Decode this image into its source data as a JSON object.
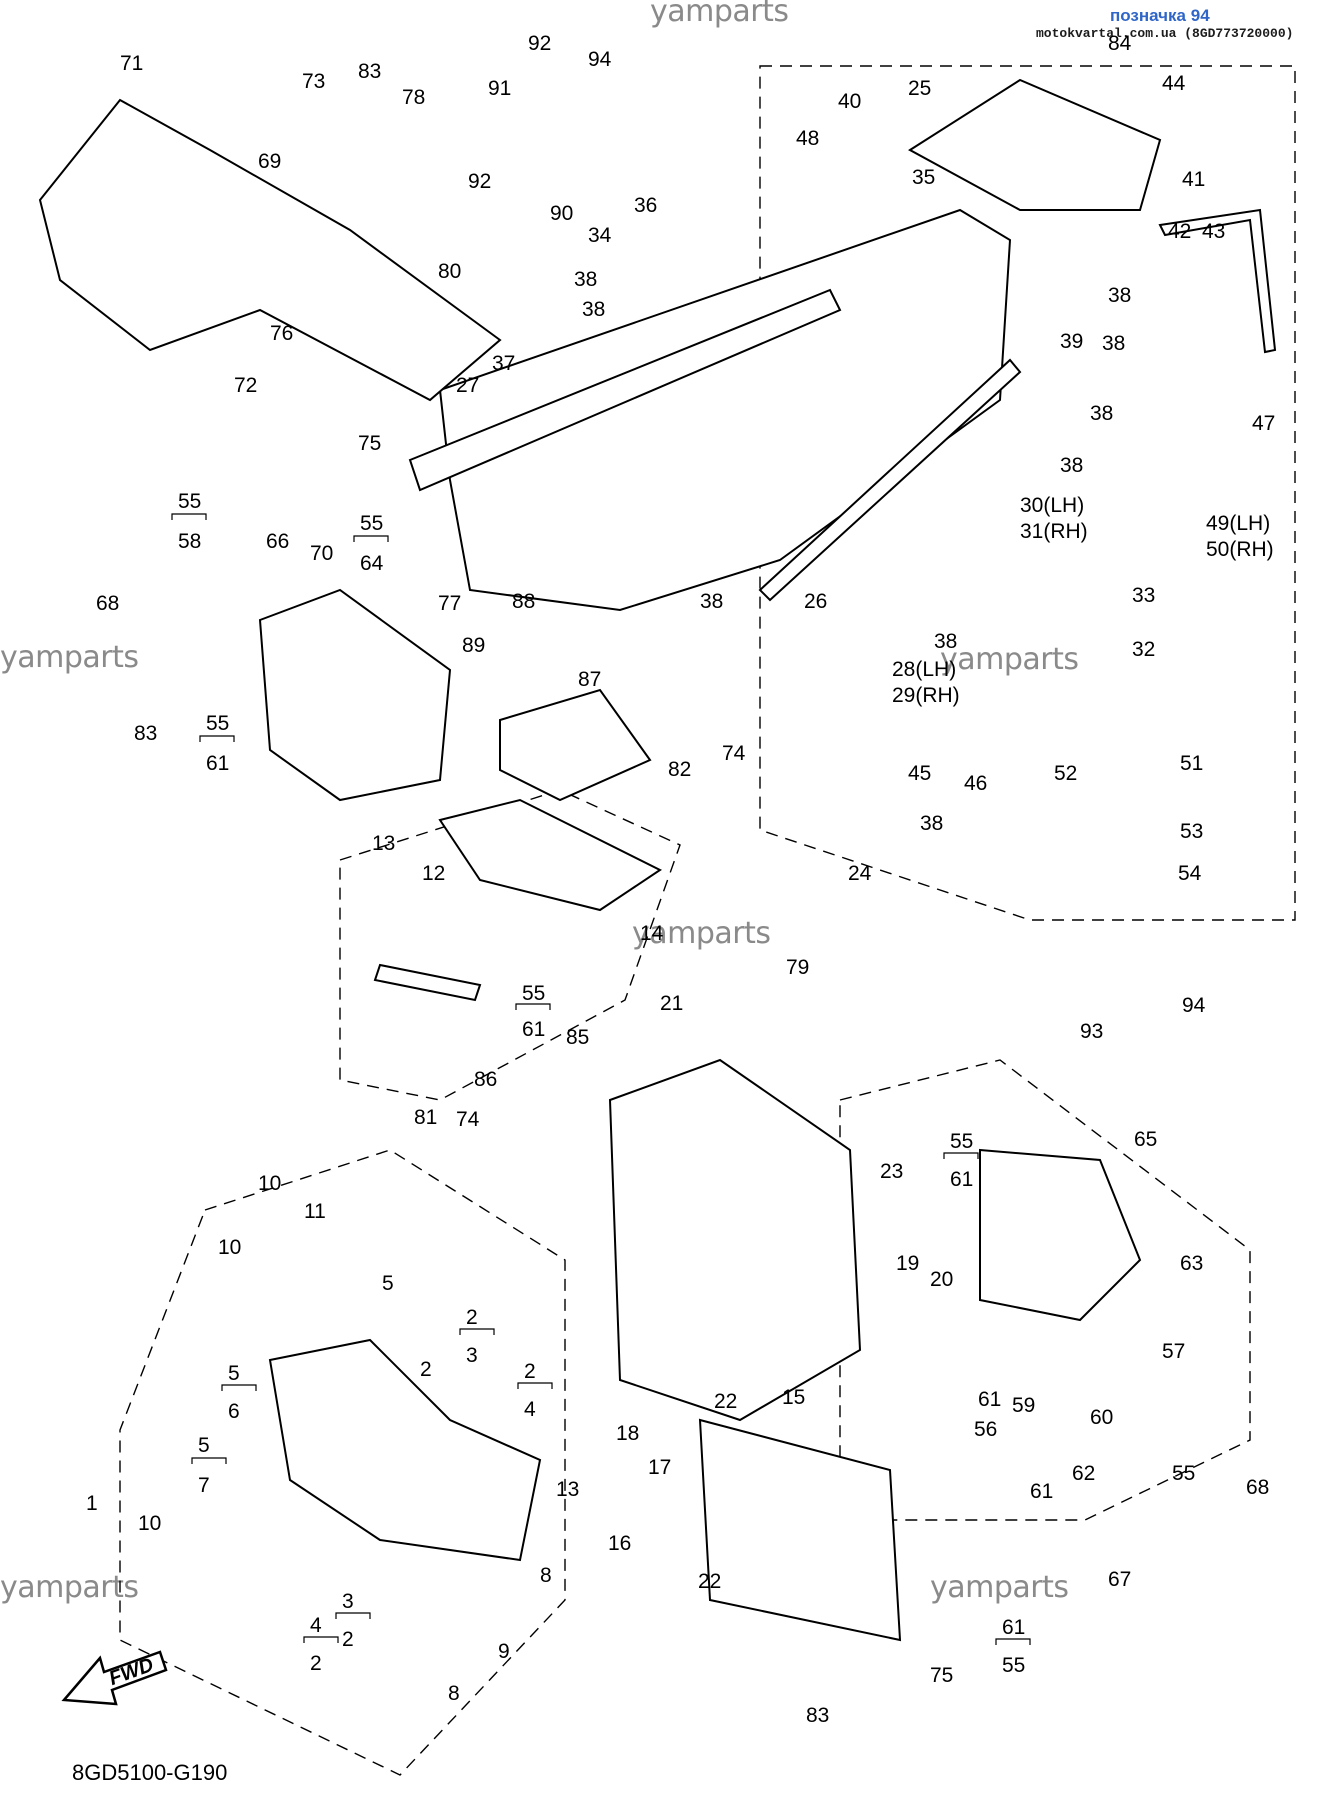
{
  "watermark": "yamparts",
  "header": {
    "title": "позначка 94",
    "subtitle": "motokvartal.com.ua (8GD773720000)"
  },
  "diagram_code": "8GD5100-G190",
  "direction_arrow": "FWD",
  "callouts": [
    {
      "id": "c71",
      "text": "71"
    },
    {
      "id": "c73",
      "text": "73"
    },
    {
      "id": "c83a",
      "text": "83"
    },
    {
      "id": "c78",
      "text": "78"
    },
    {
      "id": "c92a",
      "text": "92"
    },
    {
      "id": "c91",
      "text": "91"
    },
    {
      "id": "c94a",
      "text": "94"
    },
    {
      "id": "c84",
      "text": "84"
    },
    {
      "id": "c44",
      "text": "44"
    },
    {
      "id": "c25",
      "text": "25"
    },
    {
      "id": "c40",
      "text": "40"
    },
    {
      "id": "c48",
      "text": "48"
    },
    {
      "id": "c69",
      "text": "69"
    },
    {
      "id": "c92b",
      "text": "92"
    },
    {
      "id": "c36",
      "text": "36"
    },
    {
      "id": "c90",
      "text": "90"
    },
    {
      "id": "c34",
      "text": "34"
    },
    {
      "id": "c35",
      "text": "35"
    },
    {
      "id": "c41",
      "text": "41"
    },
    {
      "id": "c42",
      "text": "42"
    },
    {
      "id": "c43",
      "text": "43"
    },
    {
      "id": "c80",
      "text": "80"
    },
    {
      "id": "c38a",
      "text": "38"
    },
    {
      "id": "c38b",
      "text": "38"
    },
    {
      "id": "c38c",
      "text": "38"
    },
    {
      "id": "c39",
      "text": "39"
    },
    {
      "id": "c38d",
      "text": "38"
    },
    {
      "id": "c76",
      "text": "76"
    },
    {
      "id": "c72",
      "text": "72"
    },
    {
      "id": "c27",
      "text": "27"
    },
    {
      "id": "c37",
      "text": "37"
    },
    {
      "id": "c38e",
      "text": "38"
    },
    {
      "id": "c47",
      "text": "47"
    },
    {
      "id": "c75a",
      "text": "75"
    },
    {
      "id": "c38f",
      "text": "38"
    },
    {
      "id": "c55a",
      "text": "55"
    },
    {
      "id": "c58",
      "text": "58"
    },
    {
      "id": "c30",
      "text": "30(LH)"
    },
    {
      "id": "c31",
      "text": "31(RH)"
    },
    {
      "id": "c49",
      "text": "49(LH)"
    },
    {
      "id": "c50",
      "text": "50(RH)"
    },
    {
      "id": "c55b",
      "text": "55"
    },
    {
      "id": "c64",
      "text": "64"
    },
    {
      "id": "c66",
      "text": "66"
    },
    {
      "id": "c70",
      "text": "70"
    },
    {
      "id": "c68a",
      "text": "68"
    },
    {
      "id": "c77",
      "text": "77"
    },
    {
      "id": "c38g",
      "text": "38"
    },
    {
      "id": "c26",
      "text": "26"
    },
    {
      "id": "c33",
      "text": "33"
    },
    {
      "id": "c88",
      "text": "88"
    },
    {
      "id": "c38h",
      "text": "38"
    },
    {
      "id": "c32",
      "text": "32"
    },
    {
      "id": "c89",
      "text": "89"
    },
    {
      "id": "c28",
      "text": "28(LH)"
    },
    {
      "id": "c29",
      "text": "29(RH)"
    },
    {
      "id": "c87",
      "text": "87"
    },
    {
      "id": "c83b",
      "text": "83"
    },
    {
      "id": "c55c",
      "text": "55"
    },
    {
      "id": "c61a",
      "text": "61"
    },
    {
      "id": "c74a",
      "text": "74"
    },
    {
      "id": "c82",
      "text": "82"
    },
    {
      "id": "c45",
      "text": "45"
    },
    {
      "id": "c46",
      "text": "46"
    },
    {
      "id": "c51",
      "text": "51"
    },
    {
      "id": "c52",
      "text": "52"
    },
    {
      "id": "c38i",
      "text": "38"
    },
    {
      "id": "c53",
      "text": "53"
    },
    {
      "id": "c13a",
      "text": "13"
    },
    {
      "id": "c12",
      "text": "12"
    },
    {
      "id": "c24",
      "text": "24"
    },
    {
      "id": "c54",
      "text": "54"
    },
    {
      "id": "c14",
      "text": "14"
    },
    {
      "id": "c79",
      "text": "79"
    },
    {
      "id": "c21",
      "text": "21"
    },
    {
      "id": "c55d",
      "text": "55"
    },
    {
      "id": "c61b",
      "text": "61"
    },
    {
      "id": "c85",
      "text": "85"
    },
    {
      "id": "c93",
      "text": "93"
    },
    {
      "id": "c94b",
      "text": "94"
    },
    {
      "id": "c86",
      "text": "86"
    },
    {
      "id": "c81",
      "text": "81"
    },
    {
      "id": "c74b",
      "text": "74"
    },
    {
      "id": "c65",
      "text": "65"
    },
    {
      "id": "c55e",
      "text": "55"
    },
    {
      "id": "c61c",
      "text": "61"
    },
    {
      "id": "c23",
      "text": "23"
    },
    {
      "id": "c10a",
      "text": "10"
    },
    {
      "id": "c11",
      "text": "11"
    },
    {
      "id": "c10b",
      "text": "10"
    },
    {
      "id": "c19",
      "text": "19"
    },
    {
      "id": "c20",
      "text": "20"
    },
    {
      "id": "c63",
      "text": "63"
    },
    {
      "id": "c5a",
      "text": "5"
    },
    {
      "id": "c2a",
      "text": "2"
    },
    {
      "id": "c3a",
      "text": "3"
    },
    {
      "id": "c57",
      "text": "57"
    },
    {
      "id": "c5b",
      "text": "5"
    },
    {
      "id": "c6",
      "text": "6"
    },
    {
      "id": "c2b",
      "text": "2"
    },
    {
      "id": "c2c",
      "text": "2"
    },
    {
      "id": "c4a",
      "text": "4"
    },
    {
      "id": "c22a",
      "text": "22"
    },
    {
      "id": "c15",
      "text": "15"
    },
    {
      "id": "c61d",
      "text": "61"
    },
    {
      "id": "c59",
      "text": "59"
    },
    {
      "id": "c56",
      "text": "56"
    },
    {
      "id": "c60",
      "text": "60"
    },
    {
      "id": "c5c",
      "text": "5"
    },
    {
      "id": "c7",
      "text": "7"
    },
    {
      "id": "c18",
      "text": "18"
    },
    {
      "id": "c17",
      "text": "17"
    },
    {
      "id": "c62",
      "text": "62"
    },
    {
      "id": "c55f",
      "text": "55"
    },
    {
      "id": "c68b",
      "text": "68"
    },
    {
      "id": "c1",
      "text": "1"
    },
    {
      "id": "c13b",
      "text": "13"
    },
    {
      "id": "c16",
      "text": "16"
    },
    {
      "id": "c61e",
      "text": "61"
    },
    {
      "id": "c10c",
      "text": "10"
    },
    {
      "id": "c67",
      "text": "67"
    },
    {
      "id": "c22b",
      "text": "22"
    },
    {
      "id": "c8a",
      "text": "8"
    },
    {
      "id": "c3b",
      "text": "3"
    },
    {
      "id": "c2d",
      "text": "2"
    },
    {
      "id": "c4b",
      "text": "4"
    },
    {
      "id": "c2e",
      "text": "2"
    },
    {
      "id": "c9",
      "text": "9"
    },
    {
      "id": "c61f",
      "text": "61"
    },
    {
      "id": "c55g",
      "text": "55"
    },
    {
      "id": "c75b",
      "text": "75"
    },
    {
      "id": "c8b",
      "text": "8"
    },
    {
      "id": "c83c",
      "text": "83"
    }
  ]
}
